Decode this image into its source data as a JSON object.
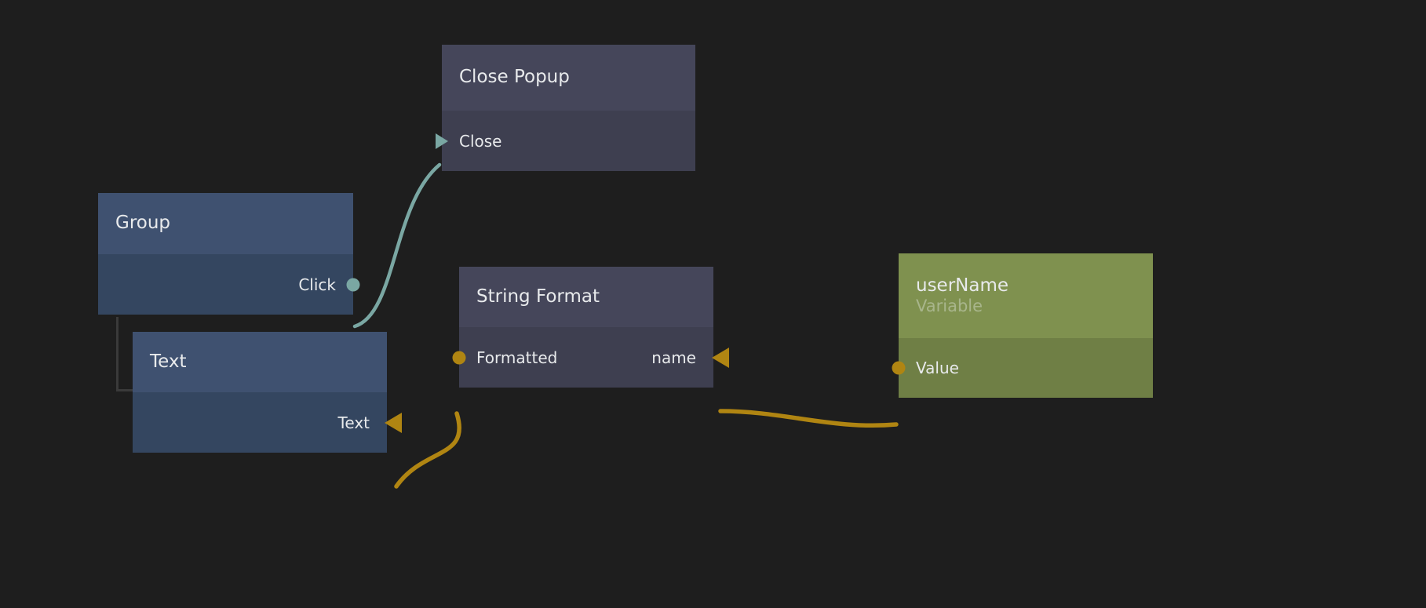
{
  "editor": {
    "name": "node-graph-editor",
    "background_color": "#1e1e1e"
  },
  "palette": {
    "background": "#1e1e1e",
    "slate_header": "#45465a",
    "slate_body": "#3e3f50",
    "blue_header": "#3f5170",
    "blue_body": "#344660",
    "olive_header": "#7f914f",
    "olive_body": "#6f7f45",
    "exec_wire": "#7aa7a3",
    "data_wire": "#b08512",
    "text_primary": "#e8eaec",
    "text_muted": "#b9c4a3",
    "bracket": "#3a3a3a"
  },
  "nodes": [
    {
      "id": "close-popup",
      "title": "Close Popup",
      "subtitle": "",
      "skin": "slate",
      "ports": [
        {
          "id": "close",
          "label": "Close",
          "side": "left",
          "kind": "exec-in"
        }
      ]
    },
    {
      "id": "group",
      "title": "Group",
      "subtitle": "",
      "skin": "blue",
      "ports": [
        {
          "id": "click",
          "label": "Click",
          "side": "right",
          "kind": "exec-out"
        }
      ]
    },
    {
      "id": "text",
      "title": "Text",
      "subtitle": "",
      "skin": "blue",
      "ports": [
        {
          "id": "text-in",
          "label": "Text",
          "side": "right",
          "kind": "data-in"
        }
      ]
    },
    {
      "id": "string-format",
      "title": "String Format",
      "subtitle": "",
      "skin": "slate",
      "ports": [
        {
          "id": "formatted",
          "label": "Formatted",
          "side": "left",
          "kind": "data-out"
        },
        {
          "id": "name",
          "label": "name",
          "side": "right",
          "kind": "data-in"
        }
      ]
    },
    {
      "id": "user-name",
      "title": "userName",
      "subtitle": "Variable",
      "skin": "olive",
      "ports": [
        {
          "id": "value",
          "label": "Value",
          "side": "left",
          "kind": "data-out"
        }
      ]
    }
  ],
  "connections": [
    {
      "id": "click-to-close",
      "from": "group.click",
      "to": "close-popup.close",
      "type": "exec",
      "color": "#7aa7a3"
    },
    {
      "id": "formatted-to-text",
      "from": "string-format.formatted",
      "to": "text.text-in",
      "type": "data",
      "color": "#b08512"
    },
    {
      "id": "value-to-name",
      "from": "user-name.value",
      "to": "string-format.name",
      "type": "data",
      "color": "#b08512"
    }
  ],
  "hierarchy": [
    {
      "id": "group-to-text",
      "parent": "group",
      "child": "text"
    }
  ]
}
